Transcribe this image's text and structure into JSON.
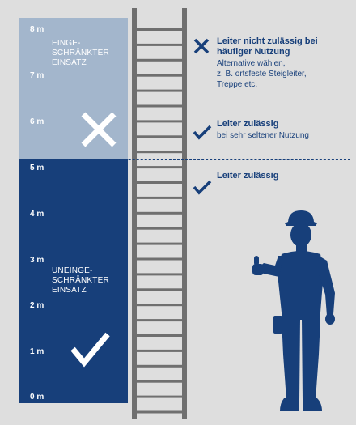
{
  "scale": {
    "heights": [
      "8 m",
      "7 m",
      "6 m",
      "5 m",
      "4 m",
      "3 m",
      "2 m",
      "1 m",
      "0 m"
    ]
  },
  "zones": {
    "restricted": {
      "lines": [
        "EINGE-",
        "SCHRÄNKTER",
        "EINSATZ"
      ],
      "icon": "cross-icon",
      "color": "#a3b6cc"
    },
    "unrestricted": {
      "lines": [
        "UNEINGE-",
        "SCHRÄNKTER",
        "EINSATZ"
      ],
      "icon": "check-icon",
      "color": "#173f7a"
    }
  },
  "rules": [
    {
      "icon": "cross-icon",
      "title_lines": [
        "Leiter nicht zulässig bei",
        "häufiger Nutzung"
      ],
      "sub_lines": [
        "Alternative wählen,",
        "z. B. ortsfeste Steigleiter,",
        "Treppe etc."
      ]
    },
    {
      "icon": "check-icon",
      "title_lines": [
        "Leiter zulässig"
      ],
      "sub_lines": [
        "bei sehr seltener Nutzung"
      ]
    },
    {
      "icon": "check-icon",
      "title_lines": [
        "Leiter zulässig"
      ],
      "sub_lines": []
    }
  ],
  "colors": {
    "navy": "#173f7a",
    "light_blue": "#a3b6cc",
    "background": "#dedede",
    "ladder": "#6f6f6f"
  }
}
